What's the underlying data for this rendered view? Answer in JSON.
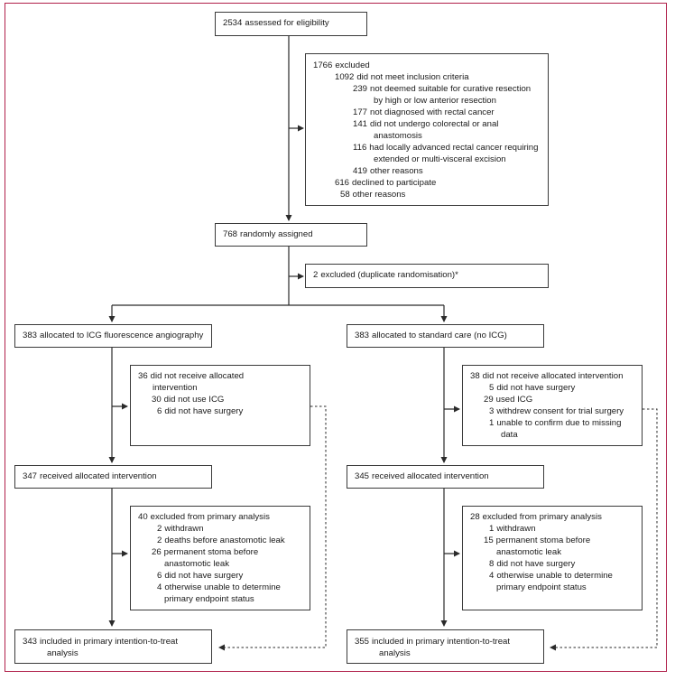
{
  "assessed": {
    "num": "2534",
    "text": "assessed for eligibility"
  },
  "excluded1": {
    "total": {
      "num": "1766",
      "text": "excluded"
    },
    "inclusion": {
      "num": "1092",
      "text": "did not meet inclusion criteria"
    },
    "curative": {
      "num": "239",
      "text": "not deemed suitable for curative resection",
      "cont": "by high or low anterior resection"
    },
    "rectal": {
      "num": "177",
      "text": "not diagnosed with rectal cancer"
    },
    "anastomosis": {
      "num": "141",
      "text": "did not undergo colorectal or anal",
      "cont": "anastomosis"
    },
    "advanced": {
      "num": "116",
      "text": "had locally advanced rectal cancer requiring",
      "cont": "extended or multi-visceral excision"
    },
    "other": {
      "num": "419",
      "text": "other reasons"
    },
    "declined": {
      "num": "616",
      "text": "declined to participate"
    },
    "other2": {
      "num": "58",
      "text": "other reasons"
    }
  },
  "randomised": {
    "num": "768",
    "text": "randomly assigned"
  },
  "excluded2": {
    "num": "2",
    "text": "excluded (duplicate randomisation)*"
  },
  "left": {
    "allocated": {
      "num": "383",
      "text": "allocated to ICG fluorescence angiography"
    },
    "notreceived": {
      "total": {
        "num": "36",
        "text": "did not receive allocated",
        "cont": "intervention"
      },
      "a": {
        "num": "30",
        "text": "did not use ICG"
      },
      "b": {
        "num": "6",
        "text": "did not have surgery"
      }
    },
    "received": {
      "num": "347",
      "text": "received allocated intervention"
    },
    "excluded": {
      "total": {
        "num": "40",
        "text": "excluded from primary analysis"
      },
      "a": {
        "num": "2",
        "text": "withdrawn"
      },
      "b": {
        "num": "2",
        "text": "deaths before anastomotic leak"
      },
      "c": {
        "num": "26",
        "text": "permanent stoma before",
        "cont": "anastomotic leak"
      },
      "d": {
        "num": "6",
        "text": "did not have surgery"
      },
      "e": {
        "num": "4",
        "text": "otherwise unable to determine",
        "cont": "primary endpoint status"
      }
    },
    "included": {
      "num": "343",
      "text": "included in primary intention-to-treat",
      "cont": "analysis"
    }
  },
  "right": {
    "allocated": {
      "num": "383",
      "text": "allocated to standard care (no ICG)"
    },
    "notreceived": {
      "total": {
        "num": "38",
        "text": "did not receive allocated intervention"
      },
      "a": {
        "num": "5",
        "text": "did not have surgery"
      },
      "b": {
        "num": "29",
        "text": "used ICG"
      },
      "c": {
        "num": "3",
        "text": "withdrew consent for trial surgery"
      },
      "d": {
        "num": "1",
        "text": "unable to confirm due to missing",
        "cont": "data"
      }
    },
    "received": {
      "num": "345",
      "text": "received allocated intervention"
    },
    "excluded": {
      "total": {
        "num": "28",
        "text": "excluded from primary analysis"
      },
      "a": {
        "num": "1",
        "text": "withdrawn"
      },
      "b": {
        "num": "15",
        "text": "permanent stoma before",
        "cont": "anastomotic leak"
      },
      "c": {
        "num": "8",
        "text": "did not have surgery"
      },
      "d": {
        "num": "4",
        "text": "otherwise unable to determine",
        "cont": "primary endpoint status"
      }
    },
    "included": {
      "num": "355",
      "text": "included in primary intention-to-treat",
      "cont": "analysis"
    }
  },
  "colors": {
    "frame": "#b0204a",
    "line": "#3a3a3a"
  }
}
